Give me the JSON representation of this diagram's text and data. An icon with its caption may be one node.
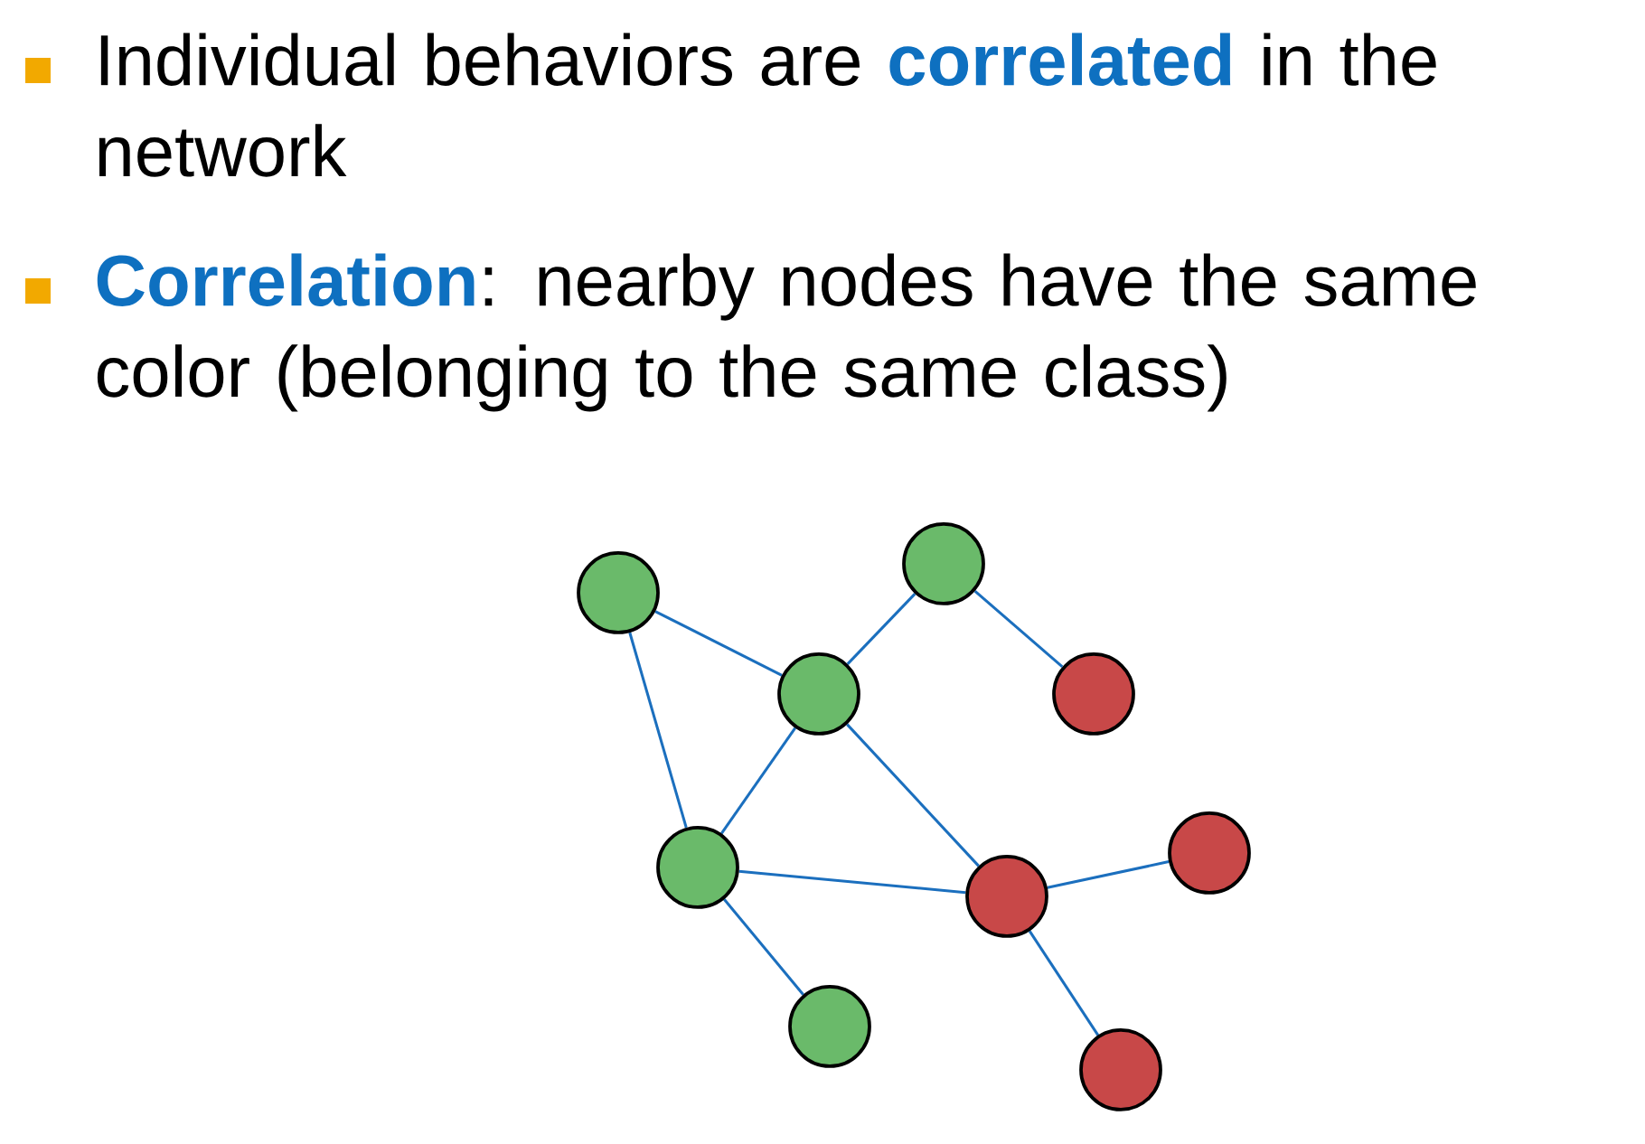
{
  "diagram": {
    "nodes": [
      {
        "text": [],
        "shape": "circle"
      },
      {
        "text": [],
        "shape": "circle"
      },
      {
        "text": [],
        "shape": "circle"
      },
      {
        "text": [],
        "shape": "circle"
      },
      {
        "text": [],
        "shape": "circle"
      },
      {
        "text": [],
        "shape": "circle"
      },
      {
        "text": [],
        "shape": "circle"
      },
      {
        "text": [],
        "shape": "circle"
      },
      {
        "text": [],
        "shape": "circle"
      }
    ],
    "edges": [
      {
        "from": 0,
        "to": 2,
        "arrow": "none"
      },
      {
        "from": 0,
        "to": 4,
        "arrow": "none"
      },
      {
        "from": 1,
        "to": 2,
        "arrow": "none"
      },
      {
        "from": 1,
        "to": 3,
        "arrow": "none"
      },
      {
        "from": 2,
        "to": 4,
        "arrow": "none"
      },
      {
        "from": 2,
        "to": 5,
        "arrow": "none"
      },
      {
        "from": 4,
        "to": 5,
        "arrow": "none"
      },
      {
        "from": 4,
        "to": 7,
        "arrow": "none"
      },
      {
        "from": 5,
        "to": 6,
        "arrow": "none"
      },
      {
        "from": 5,
        "to": 8,
        "arrow": "none"
      }
    ],
    "labels": [
      "Individual behaviors are **correlated** in the network",
      "**Correlation**: nearby nodes have the same color (belonging to the same class)"
    ]
  }
}
